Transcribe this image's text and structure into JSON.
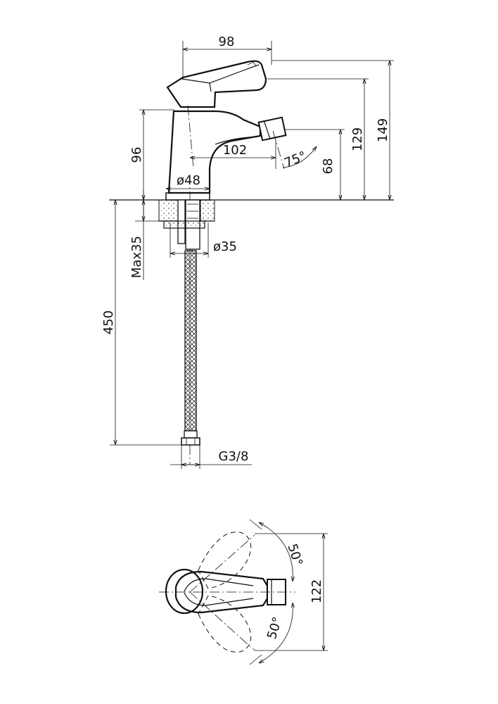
{
  "dimensions": {
    "lever_width": "98",
    "total_height": "149",
    "handle_height": "129",
    "body_height": "96",
    "spout_reach": "102",
    "spray_angle": "75°",
    "outlet_height": "68",
    "base_diameter": "ø48",
    "hole_diameter": "ø35",
    "max_thickness": "Max35",
    "hose_length": "450",
    "thread": "G3/8",
    "rotation_top": "50°",
    "rotation_bottom": "50°",
    "top_view_width": "122"
  }
}
